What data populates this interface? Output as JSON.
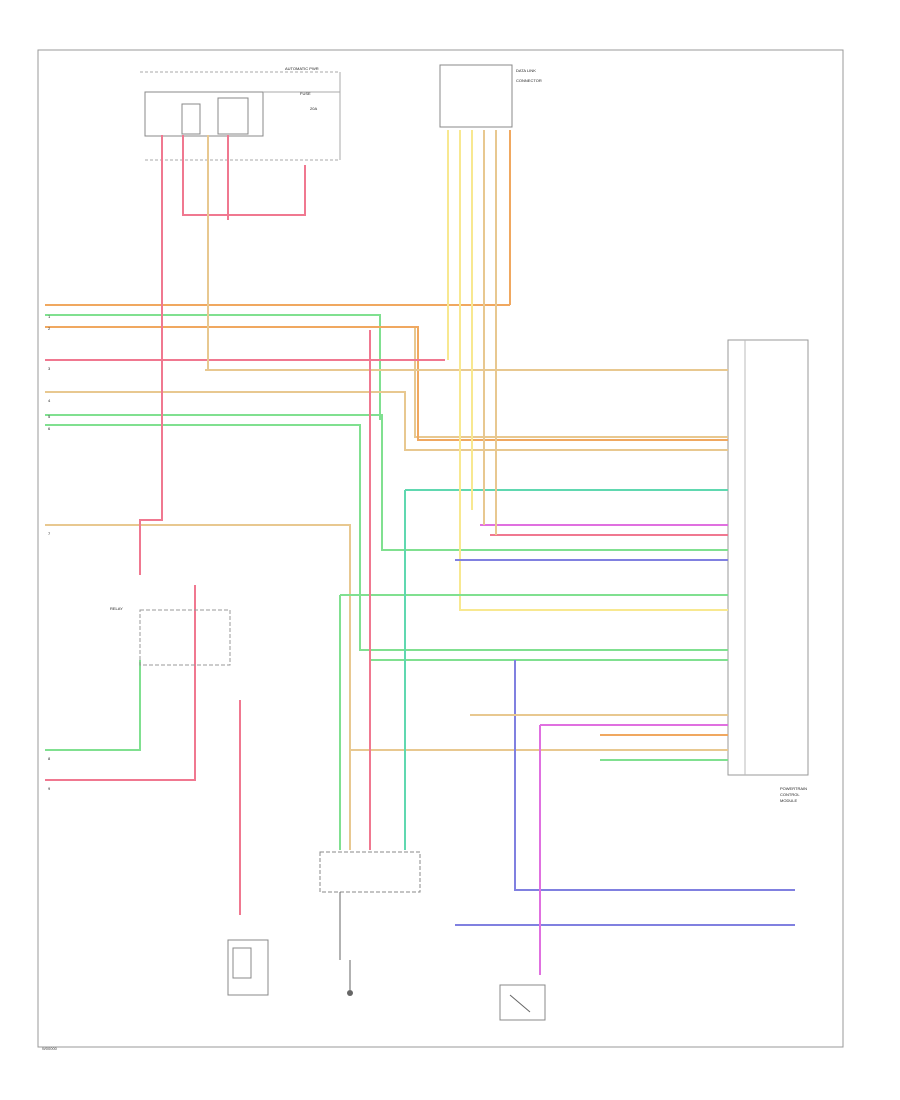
{
  "page_code": "W00000",
  "wire_colors": {
    "orange": "#f0a860",
    "green": "#80e090",
    "tan": "#e8c890",
    "pink": "#f07890",
    "teal": "#60d8b0",
    "yellow": "#f8e890",
    "blue": "#8080e0",
    "magenta": "#e070e0",
    "frame": "#999999"
  },
  "labels": {
    "left_pins": [
      "1",
      "2",
      "3",
      "4",
      "5",
      "6",
      "7",
      "8",
      "9"
    ],
    "pcm_caption": [
      "POWERTRAIN",
      "CONTROL",
      "MODULE"
    ]
  }
}
